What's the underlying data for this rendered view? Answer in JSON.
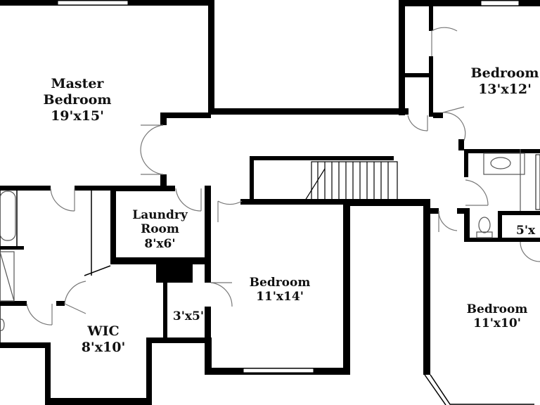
{
  "floorplan": {
    "colors": {
      "wall": "#000000",
      "background": "#ffffff",
      "fixture": "#555555"
    },
    "rooms": [
      {
        "key": "master",
        "lines": [
          "Master",
          "Bedroom",
          "19'x15'"
        ]
      },
      {
        "key": "bed_ne",
        "lines": [
          "Bedroom",
          "13'x12'"
        ]
      },
      {
        "key": "laundry",
        "lines": [
          "Laundry",
          "Room",
          "8'x6'"
        ]
      },
      {
        "key": "bed_c",
        "lines": [
          "Bedroom",
          "11'x14'"
        ]
      },
      {
        "key": "closet",
        "lines": [
          "3'x5'"
        ]
      },
      {
        "key": "wic",
        "lines": [
          "WIC",
          "8'x10'"
        ]
      },
      {
        "key": "bed_se",
        "lines": [
          "Bedroom",
          "11'x10'"
        ]
      },
      {
        "key": "small",
        "lines": [
          "5'x"
        ]
      }
    ]
  }
}
